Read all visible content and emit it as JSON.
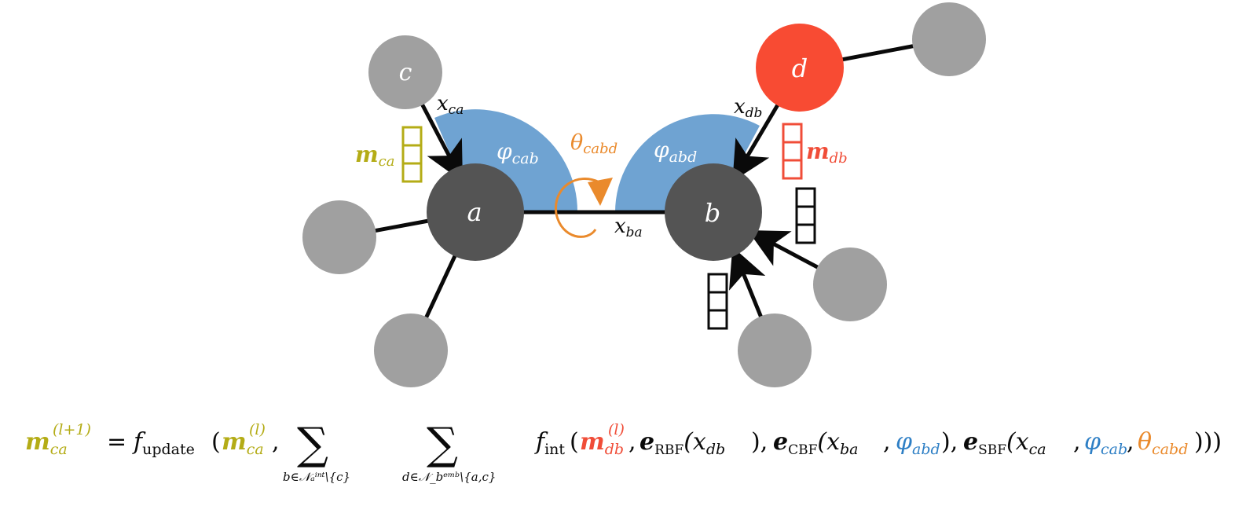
{
  "colors": {
    "background": "#ffffff",
    "node_gray": "#a0a0a0",
    "node_dark": "#545454",
    "node_red": "#f84b33",
    "angle_blue": "#6fa3d2",
    "torsion_orange": "#ea8a2c",
    "msg_olive": "#b4ac16",
    "msg_red": "#f04d38",
    "edge_black": "#0a0a0a"
  },
  "nodes": {
    "a": "a",
    "b": "b",
    "c": "c",
    "d": "d"
  },
  "edge_labels": {
    "ca": {
      "main": "x",
      "sub": "ca"
    },
    "db": {
      "main": "x",
      "sub": "db"
    },
    "ba": {
      "main": "x",
      "sub": "ba"
    }
  },
  "angle_labels": {
    "cab": {
      "main": "φ",
      "sub": "cab"
    },
    "abd": {
      "main": "φ",
      "sub": "abd"
    },
    "cabd": {
      "main": "θ",
      "sub": "cabd"
    }
  },
  "message_labels": {
    "ca": {
      "main": "m",
      "sub": "ca"
    },
    "db": {
      "main": "m",
      "sub": "db"
    }
  },
  "formula": {
    "lhs_main": "m",
    "lhs_sub": "ca",
    "lhs_sup": "(l+1)",
    "eq": "=",
    "f_update": "f",
    "f_update_sub": "update",
    "open_paren": "(",
    "m_main": "m",
    "m_sub": "ca",
    "m_sup": "(l)",
    "comma": ",",
    "sum_symbol": "∑",
    "sum1_index": "b∈𝒩ₐⁱⁿᵗ\\{c}",
    "sum2_index": "d∈𝒩_bᵉᵐᵇ\\{a,c}",
    "f_int": "f",
    "f_int_sub": "int",
    "m_db_main": "m",
    "m_db_sub": "db",
    "m_db_sup": "(l)",
    "e_rbf": "e",
    "e_rbf_sub": "RBF",
    "e_rbf_arg": "(x",
    "e_rbf_arg_sub": "db",
    "e_cbf": "e",
    "e_cbf_sub": "CBF",
    "e_cbf_arg1": "(x",
    "e_cbf_arg1_sub": "ba",
    "e_cbf_phi": "φ",
    "e_cbf_phi_sub": "abd",
    "e_sbf": "e",
    "e_sbf_sub": "SBF",
    "e_sbf_arg1": "(x",
    "e_sbf_arg1_sub": "ca",
    "e_sbf_phi": "φ",
    "e_sbf_phi_sub": "cab",
    "e_sbf_theta": "θ",
    "e_sbf_theta_sub": "cabd",
    "close": ")))"
  }
}
